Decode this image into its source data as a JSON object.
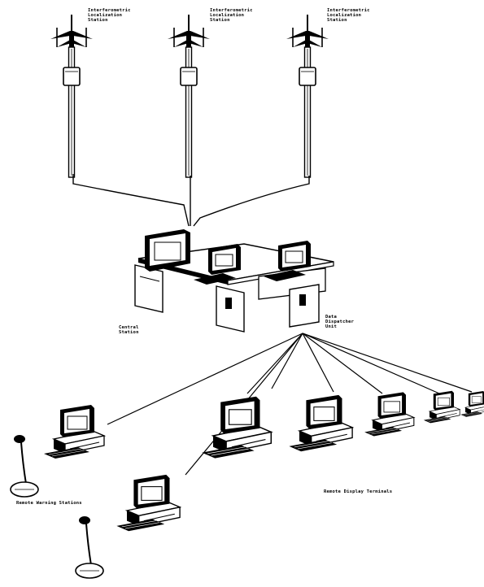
{
  "labels": {
    "station_1": [
      "Interferometric",
      "Localization",
      "Station"
    ],
    "station_2": [
      "Interferometric",
      "Localization",
      "Station"
    ],
    "station_3": [
      "Interferometric",
      "Localization",
      "Station"
    ],
    "central_station": [
      "Central",
      "Station"
    ],
    "data_dispatcher": [
      "Data",
      "Dispatcher",
      "Unit"
    ],
    "remote_warning": "Remote Warning Stations",
    "remote_display": "Remote Display Terminals"
  }
}
